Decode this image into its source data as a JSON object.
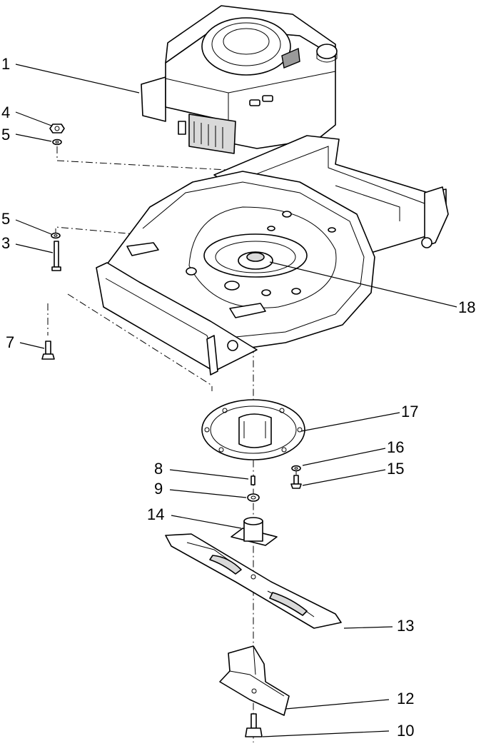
{
  "callouts": [
    {
      "id": "c1",
      "label": "1"
    },
    {
      "id": "c4",
      "label": "4"
    },
    {
      "id": "c5a",
      "label": "5"
    },
    {
      "id": "c5b",
      "label": "5"
    },
    {
      "id": "c3",
      "label": "3"
    },
    {
      "id": "c18",
      "label": "18"
    },
    {
      "id": "c7",
      "label": "7"
    },
    {
      "id": "c17",
      "label": "17"
    },
    {
      "id": "c16",
      "label": "16"
    },
    {
      "id": "c8",
      "label": "8"
    },
    {
      "id": "c15",
      "label": "15"
    },
    {
      "id": "c9",
      "label": "9"
    },
    {
      "id": "c14",
      "label": "14"
    },
    {
      "id": "c13",
      "label": "13"
    },
    {
      "id": "c12",
      "label": "12"
    },
    {
      "id": "c10",
      "label": "10"
    }
  ]
}
